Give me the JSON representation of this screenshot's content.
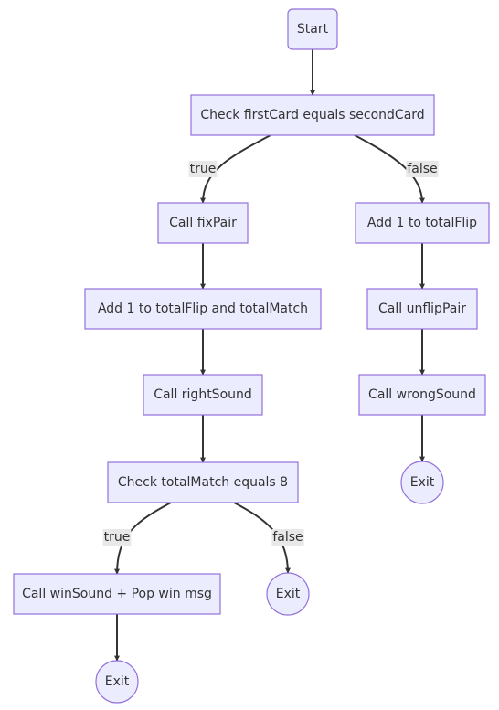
{
  "colors": {
    "node_fill": "#ECECFF",
    "node_stroke": "#9370DB",
    "edge": "#333333",
    "label_bg": "#e8e8e8",
    "text": "#333333"
  },
  "nodes": {
    "start": {
      "label": "Start",
      "shape": "rounded-rect"
    },
    "check_cards": {
      "label": "Check firstCard equals secondCard",
      "shape": "rect"
    },
    "call_fixpair": {
      "label": "Call fixPair",
      "shape": "rect"
    },
    "add_flip_match": {
      "label": "Add 1 to totalFlip and totalMatch",
      "shape": "rect"
    },
    "call_rightsound": {
      "label": "Call rightSound",
      "shape": "rect"
    },
    "check_match8": {
      "label": "Check totalMatch equals 8",
      "shape": "rect"
    },
    "call_winsound": {
      "label": "Call winSound + Pop win msg",
      "shape": "rect"
    },
    "exit_win": {
      "label": "Exit",
      "shape": "circle"
    },
    "exit_notwin": {
      "label": "Exit",
      "shape": "circle"
    },
    "add_flip": {
      "label": "Add 1 to totalFlip",
      "shape": "rect"
    },
    "call_unflippair": {
      "label": "Call unflipPair",
      "shape": "rect"
    },
    "call_wrongsound": {
      "label": "Call wrongSound",
      "shape": "rect"
    },
    "exit_wrong": {
      "label": "Exit",
      "shape": "circle"
    }
  },
  "edges": [
    {
      "from": "start",
      "to": "check_cards",
      "label": ""
    },
    {
      "from": "check_cards",
      "to": "call_fixpair",
      "label": "true"
    },
    {
      "from": "check_cards",
      "to": "add_flip",
      "label": "false"
    },
    {
      "from": "call_fixpair",
      "to": "add_flip_match",
      "label": ""
    },
    {
      "from": "add_flip_match",
      "to": "call_rightsound",
      "label": ""
    },
    {
      "from": "call_rightsound",
      "to": "check_match8",
      "label": ""
    },
    {
      "from": "check_match8",
      "to": "call_winsound",
      "label": "true"
    },
    {
      "from": "check_match8",
      "to": "exit_notwin",
      "label": "false"
    },
    {
      "from": "call_winsound",
      "to": "exit_win",
      "label": ""
    },
    {
      "from": "add_flip",
      "to": "call_unflippair",
      "label": ""
    },
    {
      "from": "call_unflippair",
      "to": "call_wrongsound",
      "label": ""
    },
    {
      "from": "call_wrongsound",
      "to": "exit_wrong",
      "label": ""
    }
  ]
}
